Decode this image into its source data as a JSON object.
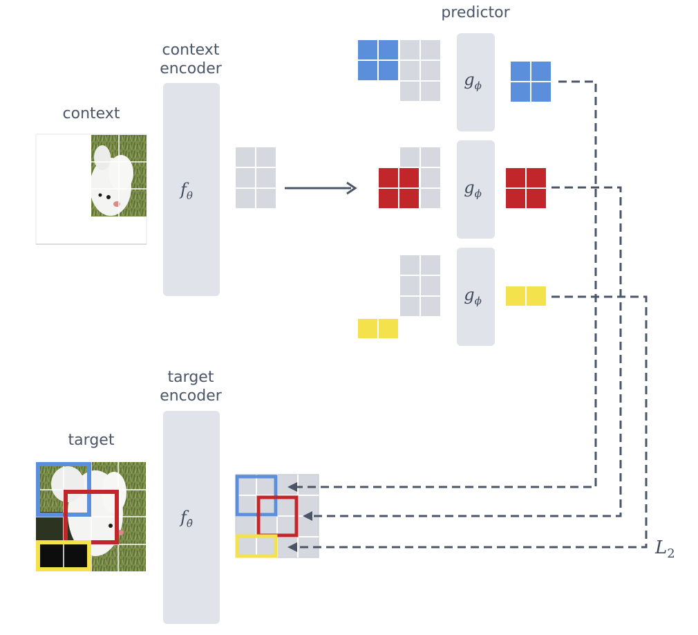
{
  "labels": {
    "context": "context",
    "context_encoder_line1": "context",
    "context_encoder_line2": "encoder",
    "predictor": "predictor",
    "target": "target",
    "target_encoder_line1": "target",
    "target_encoder_line2": "encoder",
    "loss": "L",
    "loss_subscript": "2"
  },
  "symbols": {
    "context_encoder": "f",
    "context_encoder_sub": "θ",
    "predictor": "g",
    "predictor_sub": "ϕ",
    "target_encoder": "f",
    "target_encoder_sub": "θ̄"
  },
  "colors": {
    "blue": "#5b8fdc",
    "red": "#c1262a",
    "yellow": "#f4e24d",
    "gray_block": "#d5d8de",
    "encoder_box": "#e0e3e9",
    "dash_line": "#4a5567",
    "arrow": "#4a5567"
  }
}
